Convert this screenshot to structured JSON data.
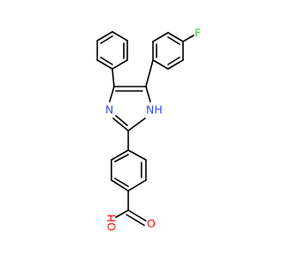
{
  "molecule": {
    "atoms": {
      "fluorine": {
        "label": "F",
        "color": "#33cc33"
      },
      "imine_nitrogen": {
        "label": "N",
        "color": "#3050f8"
      },
      "amine_nitrogen": {
        "label": "NH",
        "color": "#3050f8"
      },
      "carbonyl_oxygen": {
        "label": "O",
        "color": "#ff0d0d"
      },
      "hydroxyl_oxygen": {
        "label": "OH",
        "color": "#ff0d0d"
      }
    },
    "bond_color": "#000000"
  }
}
